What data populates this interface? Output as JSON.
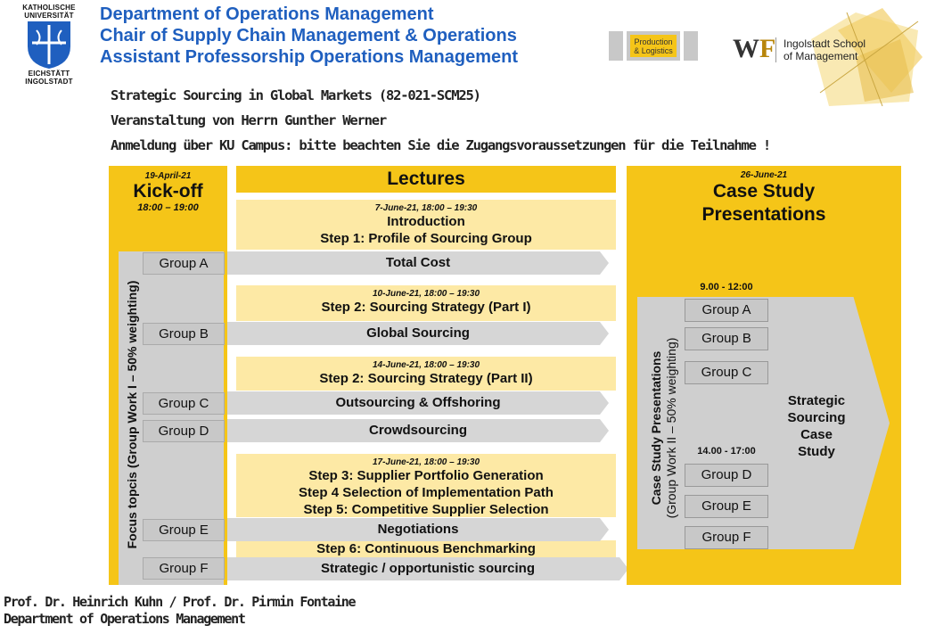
{
  "header": {
    "university_logo_text": [
      "KATHOLISCHE",
      "UNIVERSITÄT",
      "EICHSTÄTT",
      "INGOLSTADT"
    ],
    "dept_lines": [
      "Department of Operations Management",
      "Chair of Supply Chain Management & Operations",
      "Assistant Professorship Operations Management"
    ],
    "pl_logo": [
      "Production",
      "& Logistics"
    ],
    "wf_logo": "WF",
    "school_name": [
      "Ingolstadt School",
      "of Management"
    ]
  },
  "info": {
    "course": "Strategic Sourcing in Global Markets (82-021-SCM25)",
    "lecturer": "Veranstaltung von Herrn Gunther Werner",
    "registration": "Anmeldung über KU Campus: bitte beachten Sie die Zugangsvoraussetzungen für die Teilnahme !"
  },
  "kickoff": {
    "date": "19-April-21",
    "title": "Kick-off",
    "time": "18:00 – 19:00"
  },
  "focus_label": "Focus topcis (Group Work I – 50% weighting)",
  "lectures": {
    "title": "Lectures",
    "sessions": [
      {
        "date": "7-June-21, 18:00 – 19:30",
        "lines": [
          "Introduction",
          "Step 1: Profile of Sourcing Group"
        ]
      },
      {
        "date": "10-June-21, 18:00 – 19:30",
        "lines": [
          "Step 2: Sourcing Strategy (Part I)"
        ]
      },
      {
        "date": "14-June-21, 18:00 – 19:30",
        "lines": [
          "Step 2: Sourcing Strategy (Part II)"
        ]
      },
      {
        "date": "17-June-21, 18:00 – 19:30",
        "lines": [
          "Step 3: Supplier Portfolio Generation",
          "Step 4 Selection of Implementation Path",
          "Step 5: Competitive Supplier Selection"
        ]
      }
    ],
    "step6": "Step 6: Continuous Benchmarking"
  },
  "topics": [
    {
      "group": "Group A",
      "topic": "Total Cost"
    },
    {
      "group": "Group B",
      "topic": "Global Sourcing"
    },
    {
      "group": "Group C",
      "topic": "Outsourcing & Offshoring"
    },
    {
      "group": "Group D",
      "topic": "Crowdsourcing"
    },
    {
      "group": "Group E",
      "topic": "Negotiations"
    },
    {
      "group": "Group F",
      "topic": "Strategic / opportunistic sourcing"
    }
  ],
  "case_study": {
    "date": "26-June-21",
    "title_lines": [
      "Case Study",
      "Presentations"
    ],
    "side_label_lines": [
      "Case Study Presentations",
      "(Group Work II – 50% weighting)"
    ],
    "slot1": "9.00 - 12:00",
    "slot2": "14.00 - 17:00",
    "groups": [
      "Group A",
      "Group B",
      "Group C",
      "Group D",
      "Group E",
      "Group F"
    ],
    "outcome_lines": [
      "Strategic",
      "Sourcing",
      "Case",
      "Study"
    ]
  },
  "footer": {
    "profs": "Prof. Dr. Heinrich Kuhn / Prof. Dr. Pirmin Fontaine",
    "dept": "Department of Operations Management"
  },
  "colors": {
    "accent_yellow": "#f5c518",
    "light_yellow": "#fde9a5",
    "title_blue": "#1f5fbf",
    "grey": "#cfcfcf"
  }
}
